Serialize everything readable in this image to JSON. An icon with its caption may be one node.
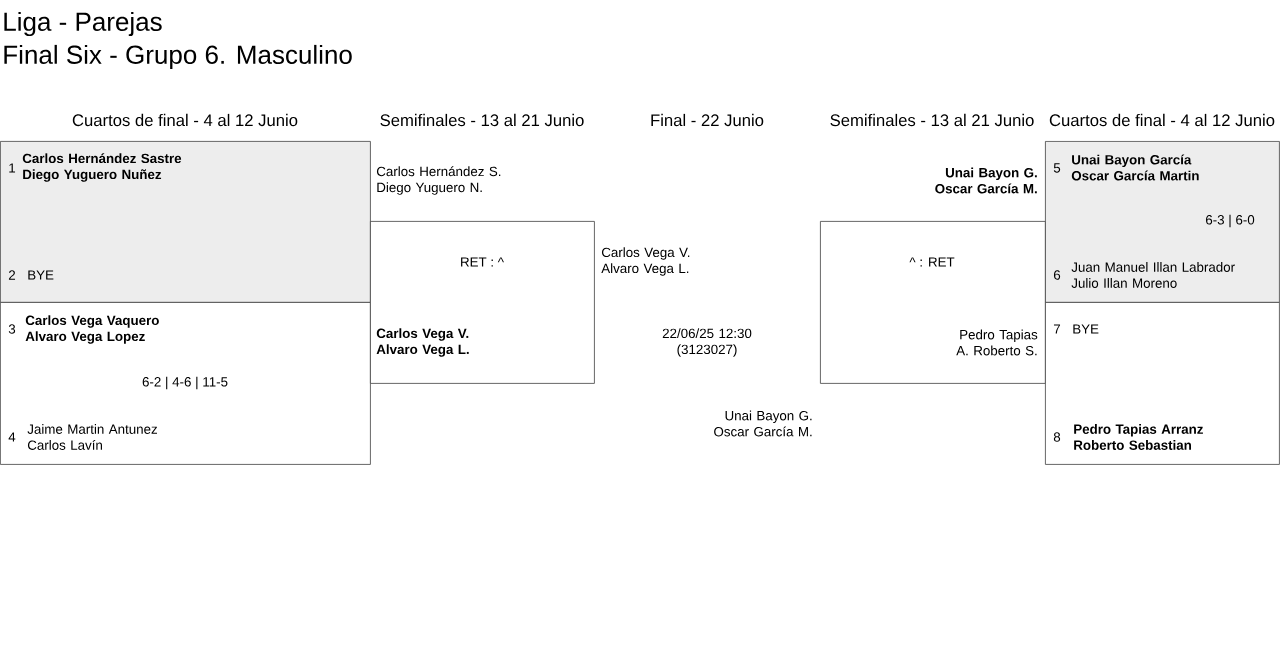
{
  "diagram": {
    "title": "Liga - Parejas",
    "nodes": [
      {
        "text": [
          "1",
          "Carlos Hernández Sastre Diego Yuguero Nuñez",
          "2",
          "BYE"
        ]
      },
      {
        "text": [
          "3",
          "Carlos Vega Vaquero Alvaro Vega Lopez",
          "6-2 | 4-6 | 11-5",
          "4",
          "Jaime Martin Antunez Carlos Lavín"
        ]
      },
      {
        "text": [
          "RET : ^",
          "Carlos Vega V. Alvaro Vega L."
        ]
      },
      {
        "text": [
          "^ : RET",
          "Pedro Tapias A. Roberto S."
        ]
      },
      {
        "text": [
          "5",
          "Unai Bayon García Oscar García Martin",
          "6-3 | 6-0",
          "6",
          "Juan Manuel Illan Labrador Julio Illan Moreno"
        ]
      },
      {
        "text": [
          "7",
          "BYE",
          "8",
          "Pedro Tapias Arranz Roberto Sebastian"
        ]
      }
    ],
    "labels": [
      "Final Six - Grupo 6. Masculino",
      "Cuartos de final - 4 al 12 Junio",
      "Semifinales - 13 al 21 Junio",
      "Final - 22 Junio",
      "Semifinales - 13 al 21 Junio",
      "Cuartos de final - 4 al 12 Junio",
      "Carlos Hernández S. Diego Yuguero N.",
      "Unai Bayon G. Oscar García M.",
      "Carlos Vega V. Alvaro Vega L.",
      "22/06/25 12:30 (3123027)",
      "Unai Bayon G. Oscar García M."
    ]
  }
}
